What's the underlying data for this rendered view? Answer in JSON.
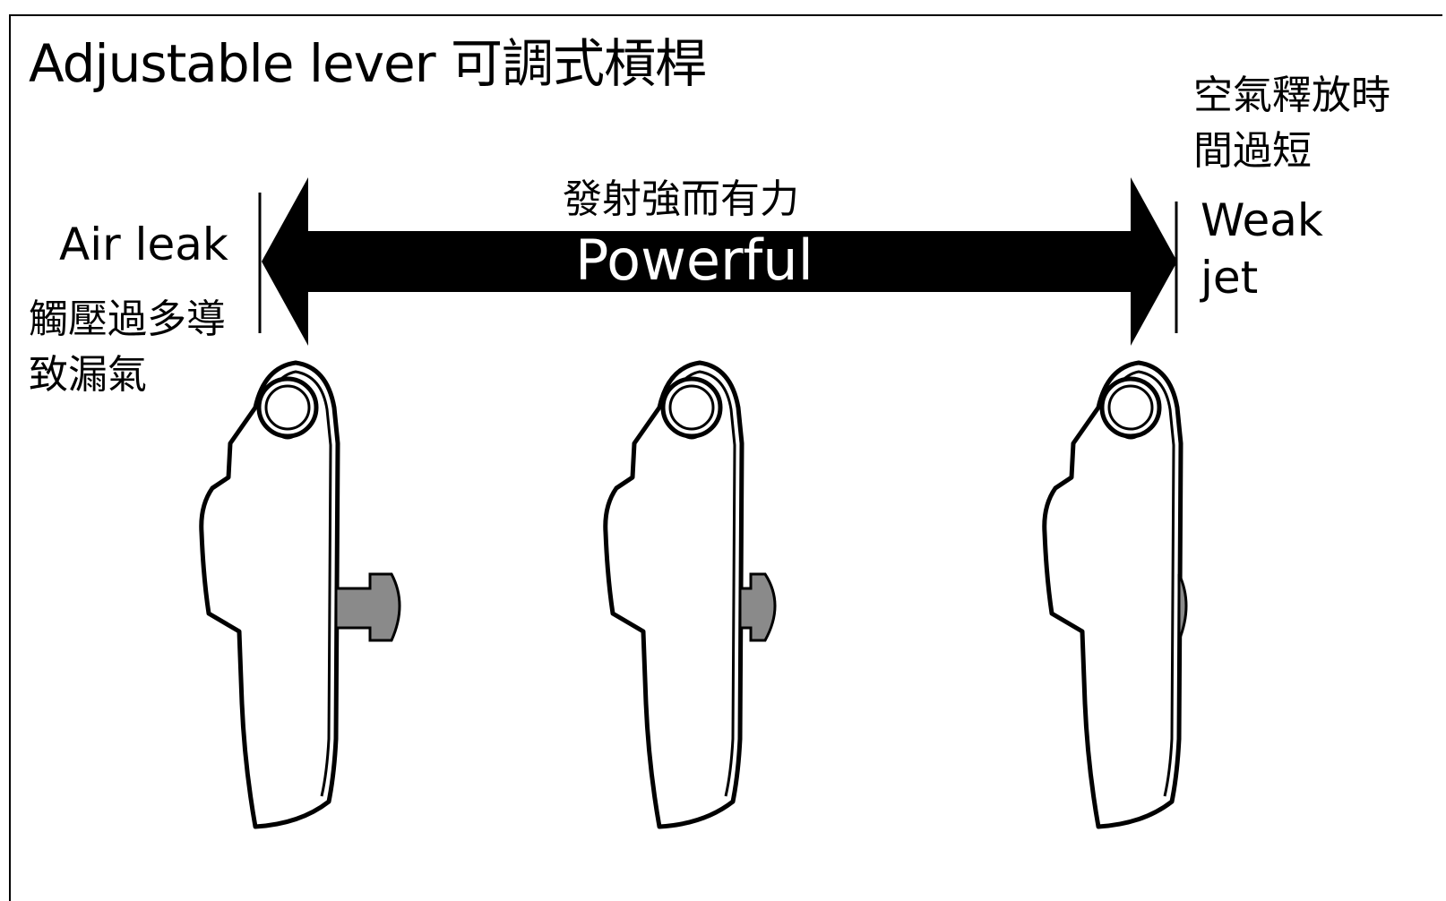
{
  "title": "Adjustable lever 可調式槓桿",
  "left_label": {
    "en": "Air leak",
    "zh": "觸壓過多導致漏氣"
  },
  "right_label": {
    "zh": "空氣釋放時間過短",
    "en": "Weak jet"
  },
  "arrow": {
    "zh": "發射強而有力",
    "en": "Powerful"
  },
  "levers": [
    {
      "position": "left",
      "tab": "large"
    },
    {
      "position": "center",
      "tab": "medium"
    },
    {
      "position": "right",
      "tab": "minimal"
    }
  ],
  "colors": {
    "arrow": "#000000",
    "lever_outline": "#000000",
    "tab_fill": "#8a8a8a",
    "background": "#ffffff"
  }
}
